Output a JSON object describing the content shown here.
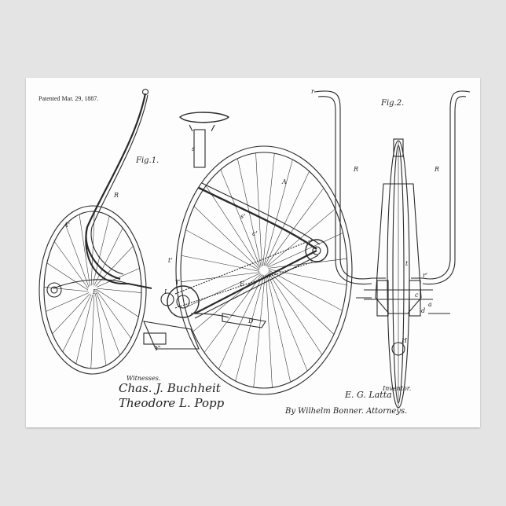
{
  "patent_line": "Patented Mar. 29, 1887.",
  "figures": {
    "fig1": "Fig.1.",
    "fig2": "Fig.2."
  },
  "witnesses_label": "Witnesses.",
  "witness_signatures": [
    "Chas. J. Buchheit",
    "Theodore L. Popp"
  ],
  "inventor_label": "Inventor.",
  "inventor_signature": "E. G. Latta",
  "attorneys_signature": "By Wilhelm Bonner. Attorneys.",
  "labels": [
    "A",
    "A'",
    "R",
    "E",
    "E",
    "c'",
    "s'",
    "s",
    "t'",
    "D",
    "I",
    "T",
    "Y'",
    "H",
    "r",
    "r'",
    "c",
    "d",
    "a",
    "t"
  ],
  "colors": {
    "wall": "#e4e4e4",
    "paper": "#fdfdfd",
    "ink": "#222222"
  }
}
